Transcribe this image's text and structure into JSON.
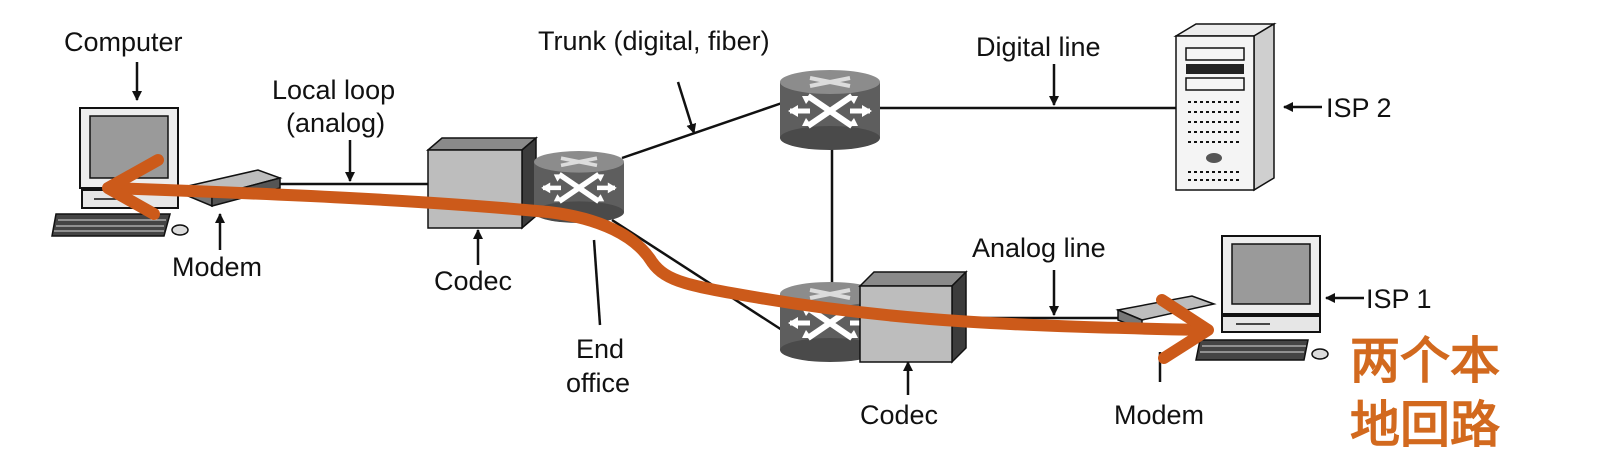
{
  "labels": {
    "computer": "Computer",
    "local_loop_1": "Local loop",
    "local_loop_2": "(analog)",
    "modem_left": "Modem",
    "codec_left": "Codec",
    "trunk": "Trunk (digital, fiber)",
    "end_office_1": "End",
    "end_office_2": "office",
    "digital_line": "Digital line",
    "isp2": "ISP 2",
    "analog_line": "Analog line",
    "isp1": "ISP 1",
    "codec_right": "Codec",
    "modem_right": "Modem"
  },
  "annotation": {
    "line1": "两个本",
    "line2": "地回路"
  },
  "colors": {
    "path": "#cc5a1a",
    "annotation": "#d2691e",
    "ink": "#111111",
    "switch": "#6b6b6b",
    "codec_face": "#bdbdbd",
    "codec_top": "#8a8a8a",
    "codec_side": "#3c3c3c"
  }
}
